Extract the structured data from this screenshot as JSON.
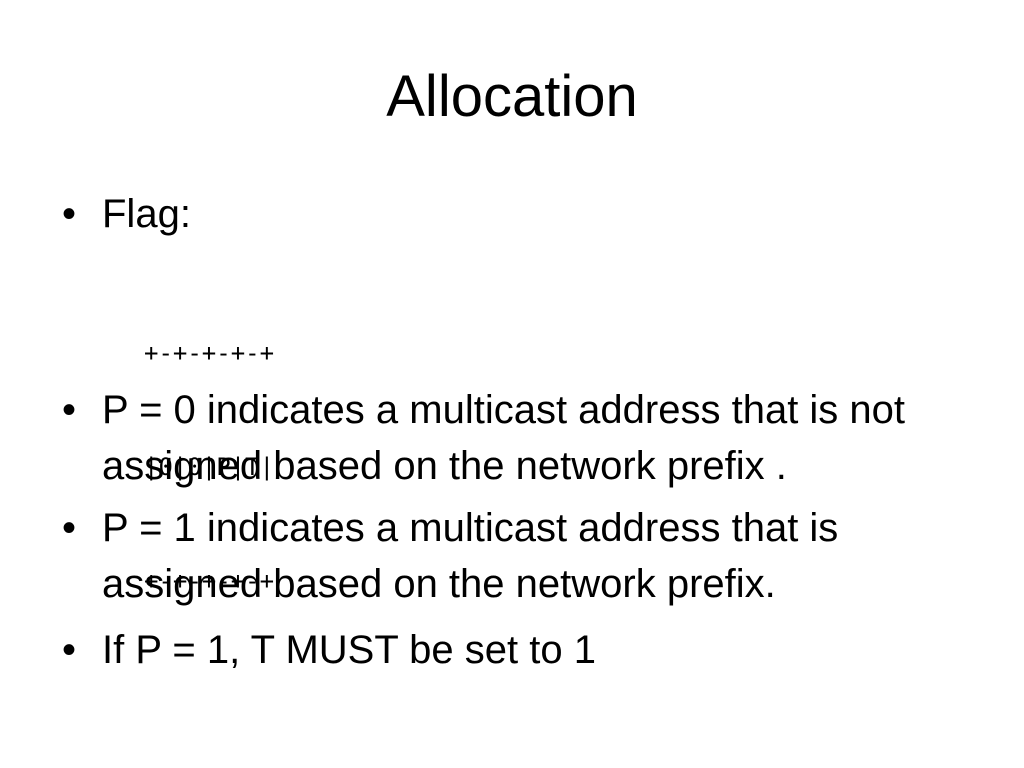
{
  "slide": {
    "title": "Allocation",
    "bullets": [
      "Flag:",
      "P = 0 indicates a multicast address that is not assigned based on the network prefix .",
      "P = 1 indicates a multicast address that is assigned based on the network prefix.",
      "If P = 1, T MUST be set to 1"
    ],
    "bullet_glyph": "•",
    "flag_diagram": {
      "top_border": "+-+-+-+-+",
      "fields_row": "|0|0|P|T|",
      "bottom_border": "+-+-+-+-+"
    }
  }
}
